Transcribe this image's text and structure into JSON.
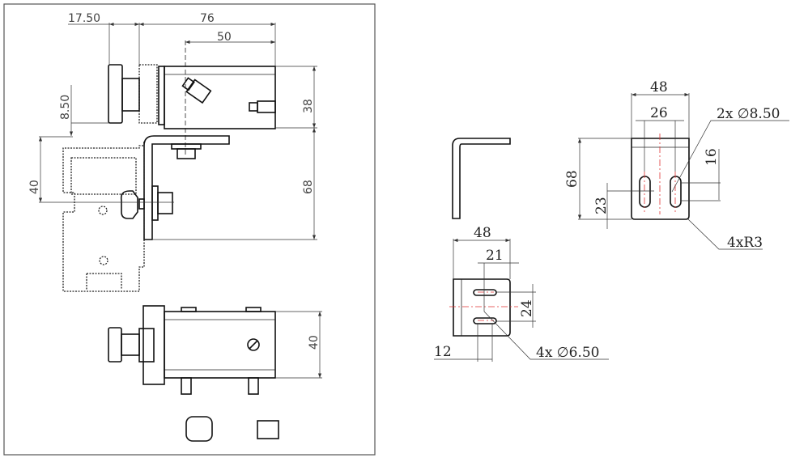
{
  "assembly_view": {
    "dims": {
      "d17_50": "17.50",
      "d76": "76",
      "d50": "50",
      "d8_50": "8.50",
      "d38": "38",
      "d40_side": "40",
      "d68": "68",
      "d40_bottom": "40"
    }
  },
  "bracket_views": {
    "front": {
      "width": "48",
      "slot_spacing": "26",
      "height": "68",
      "slot_height": "23",
      "slot_length": "16",
      "hole_note": "2x ∅8.50",
      "radius_note": "4xR3"
    },
    "bottom": {
      "width": "48",
      "offset": "21",
      "slot_spacing": "24",
      "slot_width": "12",
      "hole_note": "4x ∅6.50"
    }
  }
}
